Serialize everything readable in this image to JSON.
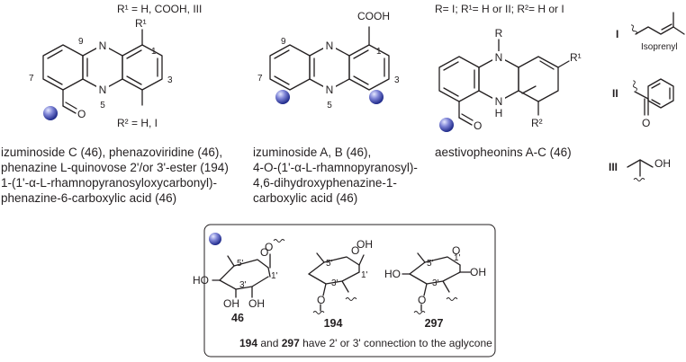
{
  "structure1": {
    "r1_def": "R¹ = H, COOH, III",
    "r1": "R¹",
    "r2_def": "R² = H, I",
    "n": "N",
    "o": "O",
    "pos_9": "9",
    "pos_1": "1",
    "pos_7": "7",
    "pos_3": "3",
    "pos_5": "5",
    "caption": [
      "izuminoside C (46), phenazoviridine (46),",
      "phenazine L-quinovose 2'/or 3'-ester (194)",
      "1-(1'-α-L-rhamnopyranosyloxycarbonyl)-",
      "phenazine-6-carboxylic acid (46)"
    ]
  },
  "structure2": {
    "cooh": "COOH",
    "n": "N",
    "pos_9": "9",
    "pos_1": "1",
    "pos_7": "7",
    "pos_3": "3",
    "pos_5": "5",
    "caption": [
      "izuminoside A, B (46),",
      "4-O-(1'-α-L-rhamnopyranosyl)-",
      "4,6-dihydroxyphenazine-1-",
      "carboxylic acid (46)"
    ]
  },
  "structure3": {
    "r_def": "R= I; R¹= H or II; R²= H or I",
    "r": "R",
    "r1": "R¹",
    "r2": "R²",
    "n": "N",
    "h": "H",
    "o": "O",
    "caption": "aestivopheonins A-C (46)"
  },
  "substituents": {
    "i_label": "I",
    "i_name": "Isoprenyl",
    "ii_label": "II",
    "ii_o": "O",
    "iii_label": "III",
    "iii_oh": "OH"
  },
  "legend": {
    "ho": "HO",
    "oh": "OH",
    "o": "O",
    "p1": "1'",
    "p3": "3'",
    "p5": "5'",
    "ids": [
      "46",
      "194",
      "297"
    ],
    "note": "194 and 297 have 2' or 3' connection to the aglycone"
  }
}
